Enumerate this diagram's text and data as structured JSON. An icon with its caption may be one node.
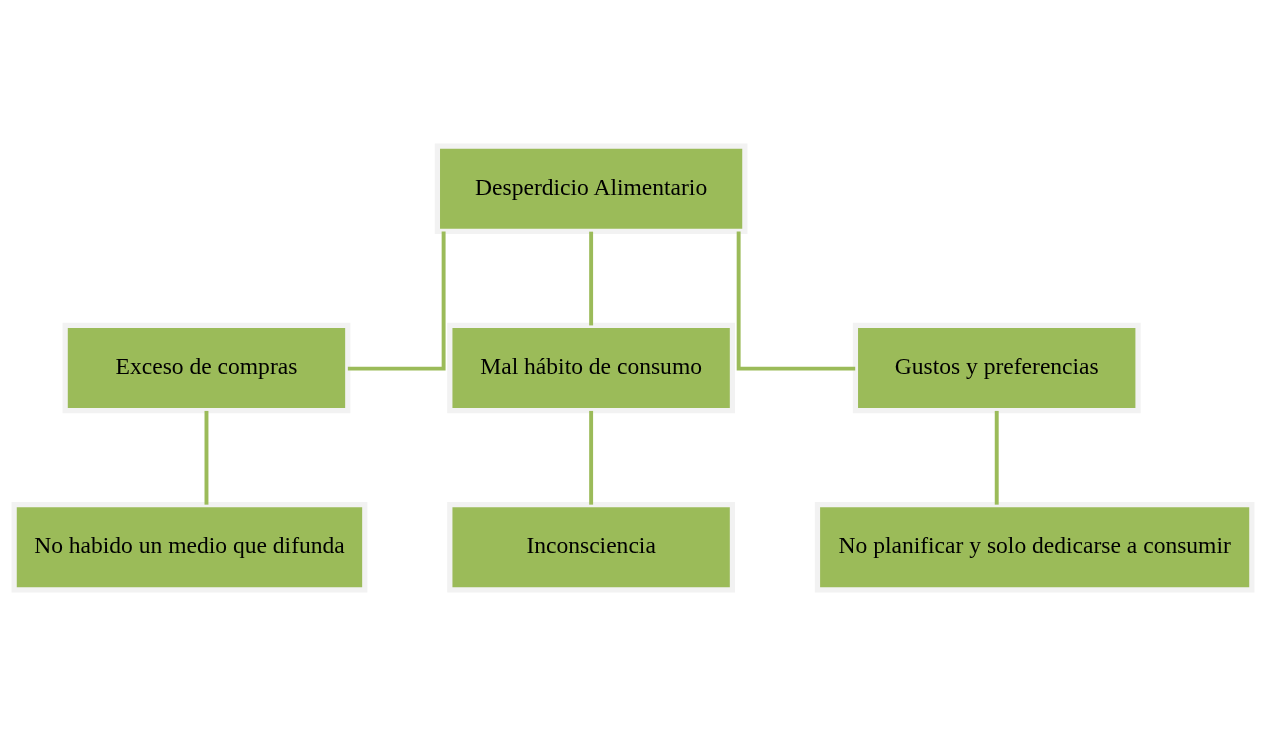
{
  "diagram": {
    "nodes": [
      {
        "text": [
          "Desperdicio Alimentario"
        ]
      },
      {
        "text": [
          "Exceso de compras"
        ]
      },
      {
        "text": [
          "Mal hábito de consumo"
        ]
      },
      {
        "text": [
          "Gustos y preferencias"
        ]
      },
      {
        "text": [
          "No habido un medio que difunda"
        ]
      },
      {
        "text": [
          "Inconsciencia"
        ]
      },
      {
        "text": [
          "No planificar y solo dedicarse a consumir"
        ]
      }
    ],
    "edges": [
      {
        "from": 0,
        "to": 1,
        "arrow": "none"
      },
      {
        "from": 0,
        "to": 2,
        "arrow": "none"
      },
      {
        "from": 0,
        "to": 3,
        "arrow": "none"
      },
      {
        "from": 1,
        "to": 4,
        "arrow": "none"
      },
      {
        "from": 2,
        "to": 5,
        "arrow": "none"
      },
      {
        "from": 3,
        "to": 6,
        "arrow": "none"
      }
    ]
  }
}
